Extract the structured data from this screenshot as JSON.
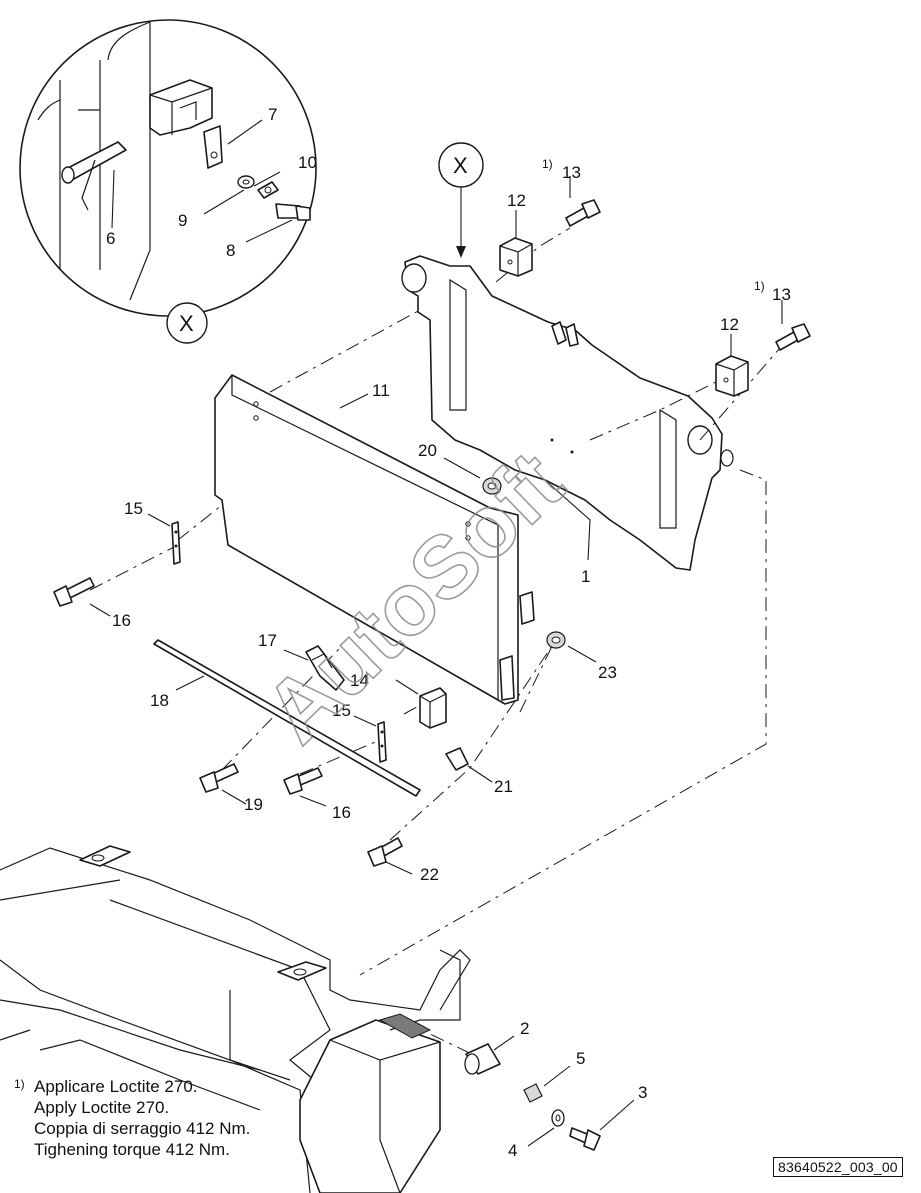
{
  "labels": {
    "p1": "1",
    "p2": "2",
    "p3": "3",
    "p4": "4",
    "p5": "5",
    "p6": "6",
    "p7": "7",
    "p8": "8",
    "p9": "9",
    "p10": "10",
    "p11": "11",
    "p12a": "12",
    "p12b": "12",
    "p13a": "13",
    "p13b": "13",
    "p14": "14",
    "p15a": "15",
    "p15b": "15",
    "p16a": "16",
    "p16b": "16",
    "p17": "17",
    "p18": "18",
    "p19": "19",
    "p20": "20",
    "p21": "21",
    "p22": "22",
    "p23": "23"
  },
  "footnote_marker": "1)",
  "view_marker": "X",
  "watermark": "AutoSoft",
  "notes": {
    "marker": "1)",
    "lines": [
      "Applicare Loctite 270.",
      "Apply Loctite 270.",
      "Coppia di serraggio 412 Nm.",
      "Tighening torque 412 Nm."
    ]
  },
  "drawing_code": "83640522_003_00"
}
